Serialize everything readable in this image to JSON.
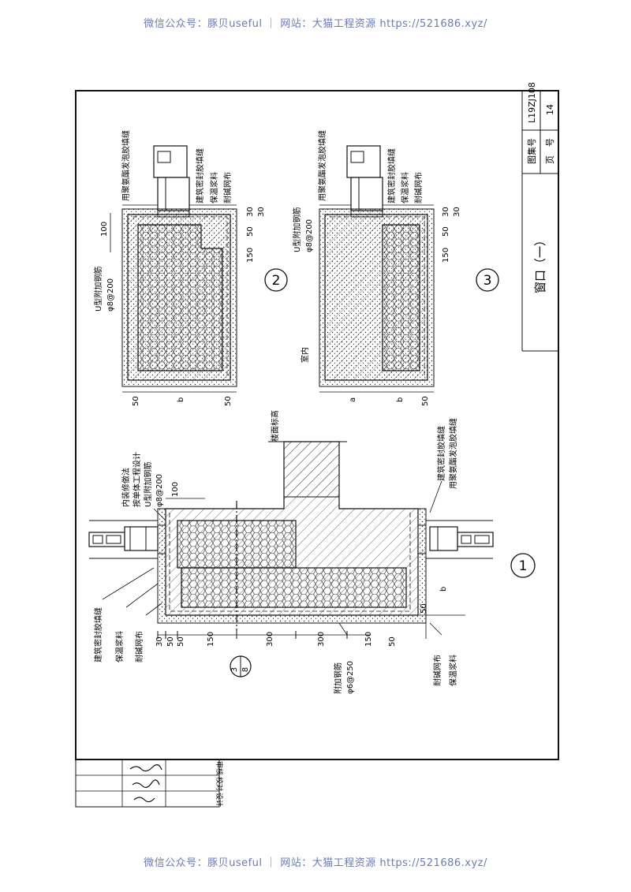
{
  "watermark": "微信公众号：豚贝useful ｜ 网站：大猫工程资源 https://521686.xyz/",
  "title_block": {
    "atlas_label": "图集号",
    "atlas_no": "L19ZJ108",
    "page_label": "页　号",
    "page_no": "14",
    "drawing_title": "窗口（一）"
  },
  "signature_block": {
    "rows": [
      "审核",
      "校对",
      "设计"
    ],
    "signatures": [
      "签名",
      "签名",
      "签名"
    ]
  },
  "detail_1": {
    "marker": "1",
    "ref_marker": {
      "top": "3",
      "bottom": "8"
    },
    "labels": {
      "interior_finish": "内装修做法",
      "per_engineering": "按单体工程设计",
      "u_rebar": "U型附加钢筋",
      "u_rebar_spec": "φ8@200",
      "floor_elev": "楼面标高",
      "sealant_top": "建筑密封胶填缝",
      "insulation_top": "保温浆料",
      "mesh_top": "耐碱网布",
      "add_rebar": "附加钢筋",
      "add_rebar_spec": "φ6@250",
      "sealant_bottom": "建筑密封胶填缝",
      "pu_foam_bottom": "用聚氨酯发泡胶填缝",
      "mesh_bottom": "耐碱网布",
      "insulation_bottom": "保温浆料"
    },
    "dims": {
      "d100": "100",
      "d30": "30",
      "d50a": "50",
      "d50b": "50",
      "d150a": "150",
      "d300a": "300",
      "d300b": "300",
      "d150b": "150",
      "d50c": "50",
      "d50d": "50",
      "db": "b"
    }
  },
  "detail_2": {
    "marker": "2",
    "labels": {
      "pu_foam": "用聚氨酯发泡胶填缝",
      "sealant": "建筑密封胶填缝",
      "insulation": "保温浆料",
      "mesh": "耐碱网布",
      "u_rebar": "U型附加钢筋",
      "u_rebar_spec": "φ8@200"
    },
    "dims": {
      "d100": "100",
      "d150": "150",
      "d50": "50",
      "d30a": "30",
      "d30b": "30",
      "e50a": "50",
      "eb": "b",
      "e50b": "50"
    }
  },
  "detail_3": {
    "marker": "3",
    "labels": {
      "pu_foam": "用聚氨酯发泡胶填缝",
      "sealant": "建筑密封胶填缝",
      "insulation": "保温浆料",
      "mesh": "耐碱网布",
      "u_rebar": "U型附加钢筋",
      "u_rebar_spec": "φ8@200",
      "indoor": "室内"
    },
    "dims": {
      "d150": "150",
      "d50": "50",
      "d30a": "30",
      "d30b": "30",
      "ea": "a",
      "eb": "b",
      "e50": "50"
    }
  }
}
